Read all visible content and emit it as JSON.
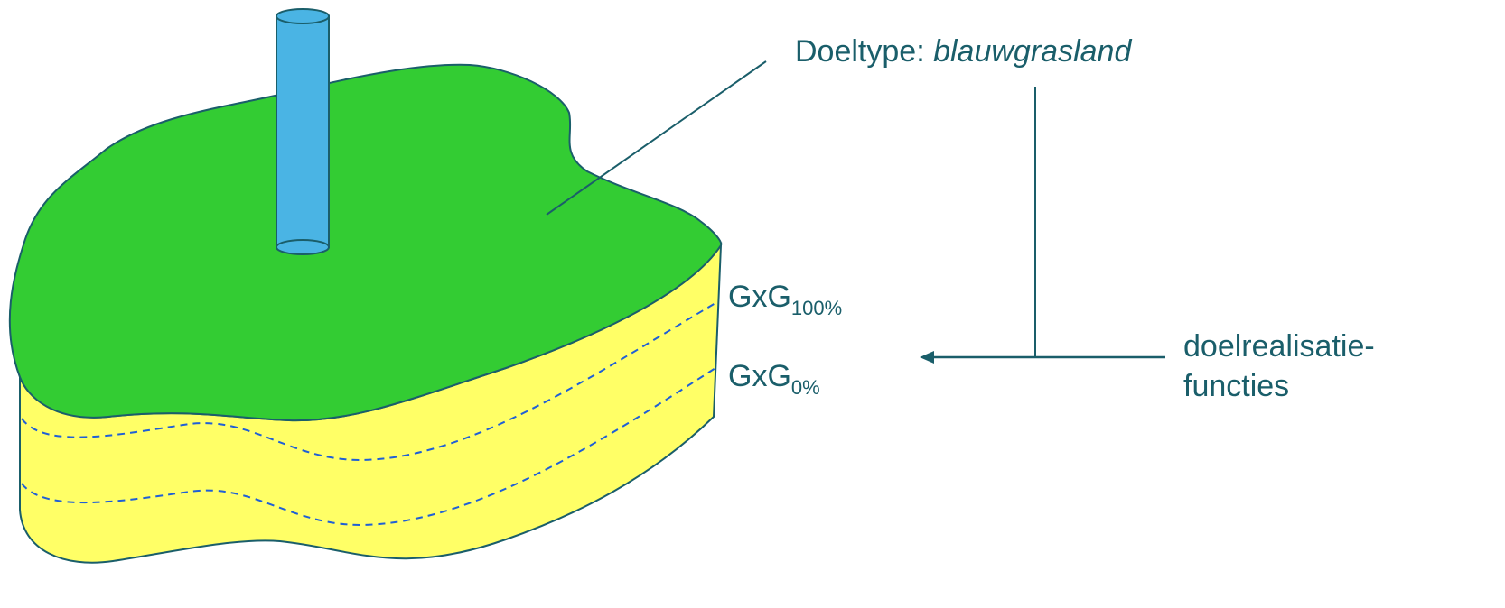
{
  "doeltype": {
    "label": "Doeltype:",
    "value": "blauwgrasland"
  },
  "gxg_top": {
    "base": "GxG",
    "subscript": "100%"
  },
  "gxg_bottom": {
    "base": "GxG",
    "subscript": "0%"
  },
  "function_label": {
    "line1": "doelrealisatie-",
    "line2": "functies"
  },
  "colors": {
    "surface": "#33cc33",
    "soil": "#ffff66",
    "pipe": "#4ab4e4",
    "outline": "#1a5e6a",
    "dashed": "#1f5fd6"
  }
}
